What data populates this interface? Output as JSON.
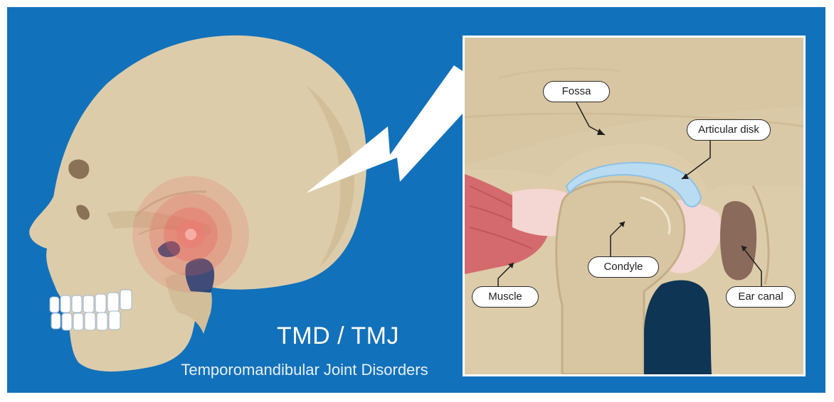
{
  "title": "TMD / TMJ",
  "subtitle": "Temporomandibular Joint Disorders",
  "labels": {
    "fossa": "Fossa",
    "articular_disk": "Articular disk",
    "condyle": "Condyle",
    "muscle": "Muscle",
    "ear_canal": "Ear canal"
  },
  "colors": {
    "background": "#1271bb",
    "bone": "#ddccaa",
    "bone_shadow": "#c9b58f",
    "disk": "#b9dcf3",
    "muscle": "#d46a6e",
    "ligament": "#f4d6d2",
    "ear_canal": "#8a6a5a",
    "dark_tissue": "#0e3554",
    "pain_glow": "#e85a56"
  }
}
